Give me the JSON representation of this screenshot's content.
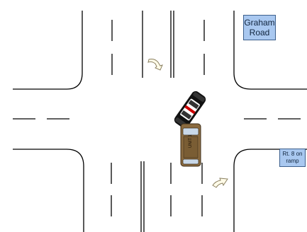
{
  "signs": {
    "graham_road": [
      "Graham",
      "Road"
    ],
    "rt8_ramp": [
      "Rt. 8 on",
      "ramp"
    ]
  },
  "vehicles": {
    "police_car": {
      "color": "#111111",
      "accent": "#ffffff"
    },
    "suv": {
      "color": "#8a6a3f",
      "label": "UNIT 1"
    }
  },
  "colors": {
    "road_line": "#000000",
    "arrow_outline": "#8a8060",
    "arrow_fill": "#fffbe8",
    "sign_fill": "#a9c8f0"
  }
}
